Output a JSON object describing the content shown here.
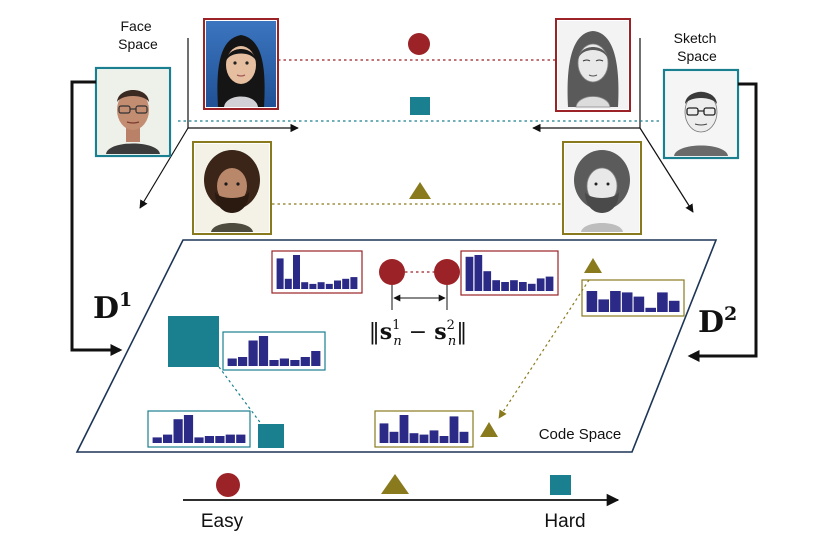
{
  "labels": {
    "face_space": [
      "Face",
      "Space"
    ],
    "sketch_space": [
      "Sketch",
      "Space"
    ],
    "code_space": "Code Space",
    "d1": {
      "base": "D",
      "sup": "1"
    },
    "d2": {
      "base": "D",
      "sup": "2"
    },
    "distance": {
      "s": "s",
      "sup1": "1",
      "sup2": "2",
      "sub": "n"
    },
    "easy": "Easy",
    "hard": "Hard"
  },
  "colors": {
    "circle": "#9b2226",
    "square": "#1a7f8e",
    "triangle": "#8a7a1e",
    "bar": "#2b2a86",
    "text": "#111111",
    "plane": "#1d3557"
  },
  "icons": {
    "circle": "circle-marker-icon",
    "square": "square-marker-icon",
    "triangle": "triangle-marker-icon"
  },
  "histograms": {
    "circle_face": [
      0.9,
      0.3,
      1.0,
      0.2,
      0.15,
      0.2,
      0.15,
      0.25,
      0.3,
      0.35
    ],
    "circle_sketch": [
      0.95,
      1.0,
      0.55,
      0.3,
      0.25,
      0.3,
      0.25,
      0.2,
      0.35,
      0.4
    ],
    "square_large": [
      0.25,
      0.3,
      0.85,
      1.0,
      0.2,
      0.25,
      0.2,
      0.3,
      0.5
    ],
    "square_small": [
      0.2,
      0.3,
      0.85,
      1.0,
      0.2,
      0.25,
      0.25,
      0.3,
      0.3
    ],
    "triangle_right": [
      0.75,
      0.45,
      0.75,
      0.7,
      0.55,
      0.15,
      0.7,
      0.4
    ],
    "triangle_bottom": [
      0.7,
      0.4,
      1.0,
      0.35,
      0.3,
      0.45,
      0.25,
      0.95,
      0.4
    ]
  }
}
